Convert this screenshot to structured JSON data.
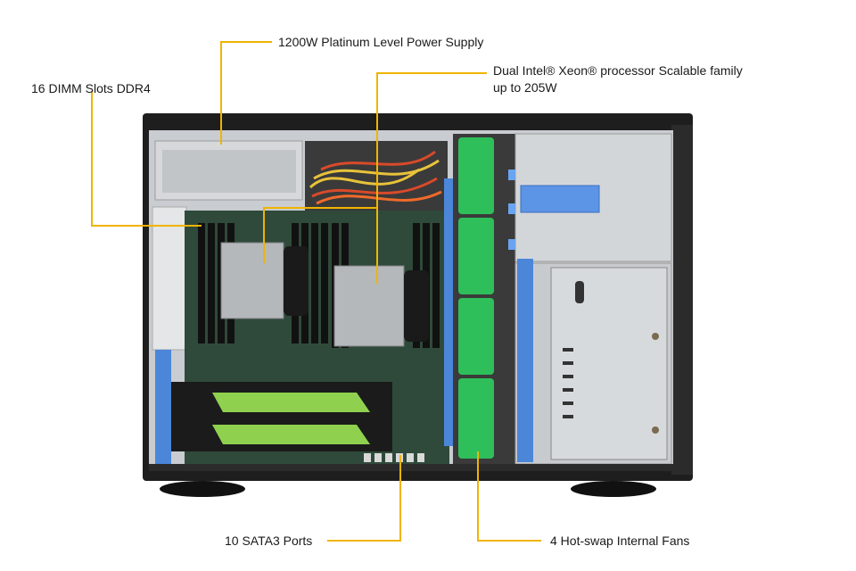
{
  "callouts": {
    "power_supply": "1200W Platinum Level Power Supply",
    "processor_line1": "Dual Intel® Xeon® processor Scalable family",
    "processor_line2": "up to 205W",
    "dimm": "16 DIMM Slots DDR4",
    "sata": "10 SATA3 Ports",
    "fans": "4 Hot-swap Internal Fans"
  },
  "colors": {
    "leader_line": "#f0b400",
    "chassis": "#1e1e1e",
    "fan_green": "#2fbf5a",
    "bay_blue": "#4b86d9",
    "gpu_accent": "#8fd14f",
    "board_green": "#2f4a3a"
  }
}
